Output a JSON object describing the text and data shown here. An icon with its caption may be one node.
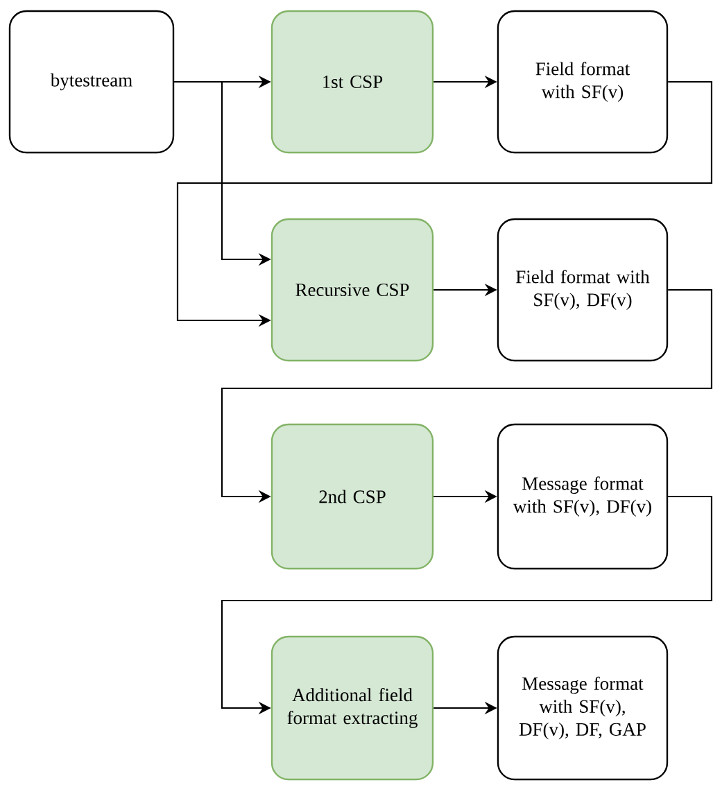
{
  "diagram": {
    "nodes": [
      {
        "text": [
          "bytestream"
        ]
      },
      {
        "text": [
          "1st CSP"
        ]
      },
      {
        "text": [
          "Field format with SF(v)"
        ]
      },
      {
        "text": [
          "Recursive CSP"
        ]
      },
      {
        "text": [
          "Field format with SF(v), DF(v)"
        ]
      },
      {
        "text": [
          "2nd CSP"
        ]
      },
      {
        "text": [
          "Message format with SF(v), DF(v)"
        ]
      },
      {
        "text": [
          "Additional field format extracting"
        ]
      },
      {
        "text": [
          "Message format with SF(v), DF(v), DF, GAP"
        ]
      }
    ],
    "edges": [
      {
        "from": 0,
        "to": 1,
        "arrow": "to"
      },
      {
        "from": 1,
        "to": 2,
        "arrow": "to"
      },
      {
        "from": 0,
        "to": 3,
        "arrow": "to"
      },
      {
        "from": 2,
        "to": 3,
        "arrow": "to"
      },
      {
        "from": 3,
        "to": 4,
        "arrow": "to"
      },
      {
        "from": 4,
        "to": 5,
        "arrow": "to"
      },
      {
        "from": 5,
        "to": 6,
        "arrow": "to"
      },
      {
        "from": 6,
        "to": 7,
        "arrow": "to"
      },
      {
        "from": 7,
        "to": 8,
        "arrow": "to"
      }
    ]
  }
}
